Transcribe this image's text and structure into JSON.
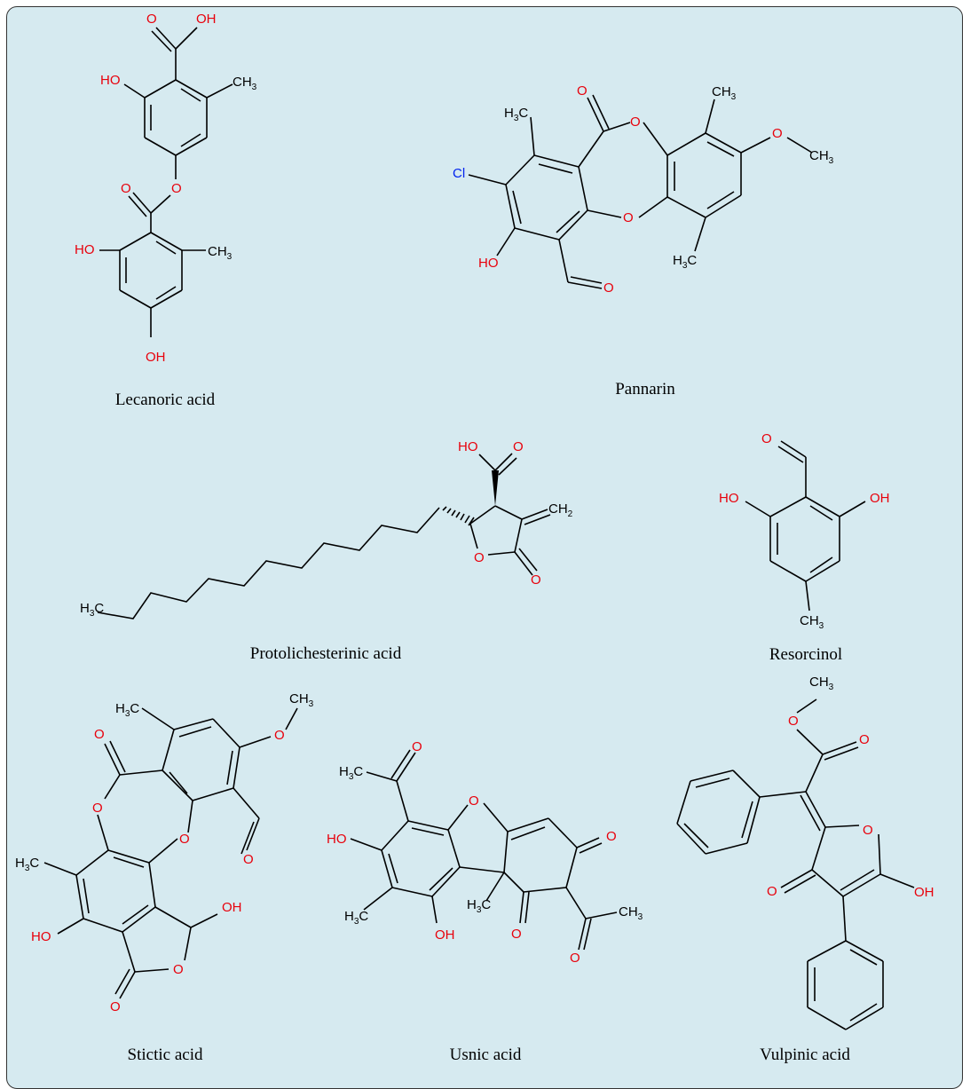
{
  "compounds": [
    {
      "name": "Lecanoric acid"
    },
    {
      "name": "Pannarin"
    },
    {
      "name": "Protolichesterinic acid"
    },
    {
      "name": "Resorcinol"
    },
    {
      "name": "Stictic acid"
    },
    {
      "name": "Usnic acid"
    },
    {
      "name": "Vulpinic acid"
    }
  ],
  "atom_labels": {
    "O": "O",
    "OH": "OH",
    "HO": "HO",
    "Cl": "Cl",
    "CH3_main": "CH",
    "H3C_main": "H",
    "C": "C",
    "CH2_main": "CH",
    "sub3": "3",
    "sub2": "2"
  },
  "colors": {
    "background": "#d6eaf0",
    "oxygen": "#e8000b",
    "chlorine": "#0022ee",
    "bond": "#000000"
  }
}
